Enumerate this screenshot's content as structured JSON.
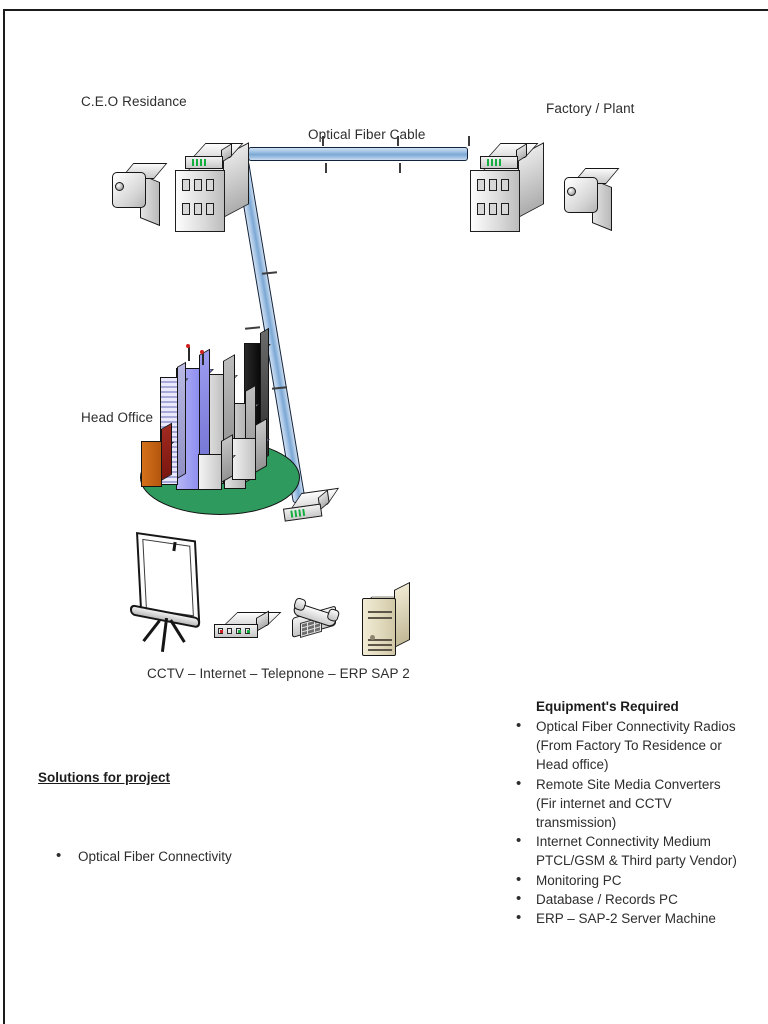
{
  "page": {
    "title": "Network Connectivity Diagram",
    "border_color": "#1b1b1b",
    "background": "#ffffff"
  },
  "diagram": {
    "labels": {
      "ceo_residence": "C.E.O Residance",
      "factory_plant": "Factory / Plant",
      "optical_fiber_cable": "Optical Fiber Cable",
      "head_office": "Head Office",
      "devices_caption": "CCTV – Internet – Telepnone – ERP SAP 2"
    },
    "colors": {
      "cable_fill": "#7ba7d4",
      "cable_outline": "#11233d",
      "ground_green": "#2e9a5e",
      "led_green": "#13ae3d",
      "server_beige": "#ded6b8",
      "tower_blue": "#9a9aee",
      "tower_orange": "#c0600f",
      "tower_darkred": "#8f1f18",
      "text": "#2d2d2d"
    },
    "nodes": [
      {
        "id": "ceo-camera",
        "icon": "cctv-camera-icon",
        "site": "C.E.O Residance"
      },
      {
        "id": "ceo-building",
        "icon": "office-building-icon",
        "site": "C.E.O Residance"
      },
      {
        "id": "factory-building",
        "icon": "office-building-icon",
        "site": "Factory / Plant"
      },
      {
        "id": "factory-camera",
        "icon": "cctv-camera-icon",
        "site": "Factory / Plant"
      },
      {
        "id": "head-office-city",
        "icon": "city-skyline-icon",
        "site": "Head Office"
      },
      {
        "id": "head-office-converter",
        "icon": "media-converter-icon",
        "site": "Head Office"
      }
    ],
    "links": [
      {
        "id": "link-horizontal",
        "from": "ceo-building",
        "to": "factory-building",
        "label": "Optical Fiber Cable",
        "ticks_above": 3,
        "ticks_below": 2
      },
      {
        "id": "link-diagonal",
        "from": "ceo-building",
        "to": "head-office-converter",
        "label": "",
        "ticks": 3
      }
    ],
    "devices": [
      {
        "id": "projector",
        "icon": "projection-screen-icon",
        "name": "CCTV"
      },
      {
        "id": "router",
        "icon": "router-switch-icon",
        "name": "Internet"
      },
      {
        "id": "phone",
        "icon": "telephone-icon",
        "name": "Telepnone"
      },
      {
        "id": "server",
        "icon": "server-tower-icon",
        "name": "ERP SAP 2"
      }
    ]
  },
  "solutions": {
    "title": "Solutions for project",
    "items": [
      "Optical Fiber Connectivity"
    ]
  },
  "equipment": {
    "title": "Equipment's Required",
    "items": [
      "Optical Fiber Connectivity Radios (From Factory To Residence or Head office)",
      "Remote Site Media Converters (Fir internet and CCTV transmission)",
      "Internet Connectivity Medium PTCL/GSM & Third party Vendor)",
      "Monitoring PC",
      "Database / Records PC",
      "ERP – SAP-2 Server Machine"
    ]
  }
}
